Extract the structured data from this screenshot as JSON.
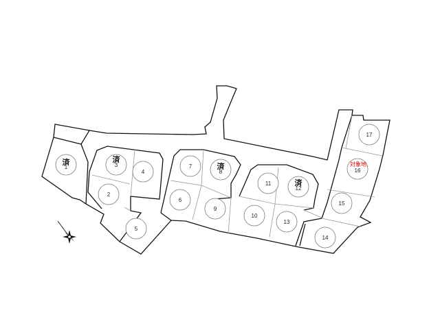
{
  "lots": [
    {
      "number": "1",
      "sold_mark": "済"
    },
    {
      "number": "2"
    },
    {
      "number": "3",
      "sold_mark": "済"
    },
    {
      "number": "4"
    },
    {
      "number": "5"
    },
    {
      "number": "6"
    },
    {
      "number": "7"
    },
    {
      "number": "8",
      "sold_mark": "済"
    },
    {
      "number": "9"
    },
    {
      "number": "10"
    },
    {
      "number": "11"
    },
    {
      "number": "12",
      "sold_mark": "済"
    },
    {
      "number": "13"
    },
    {
      "number": "14"
    },
    {
      "number": "15"
    },
    {
      "number": "16",
      "target_label": "対象地"
    },
    {
      "number": "17"
    }
  ],
  "colors": {
    "line": "#111111",
    "target": "#e00000"
  },
  "icons": {
    "compass": "north-compass-icon"
  }
}
